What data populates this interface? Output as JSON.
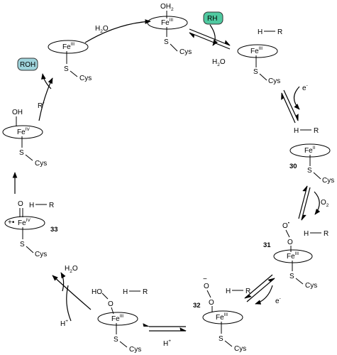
{
  "diagram": {
    "type": "catalytic-cycle",
    "intermediates": [
      {
        "id": "top",
        "metal": "Fe",
        "ox": "III",
        "ligand_top": "OH",
        "ligand_top_sub": "2",
        "axial": "Cys"
      },
      {
        "id": "substrate-bound",
        "metal": "Fe",
        "ox": "III",
        "axial": "Cys",
        "substrate": "H",
        "substrate_r": "R"
      },
      {
        "id": "ferrous",
        "number": "30",
        "metal": "Fe",
        "ox": "II",
        "axial": "Cys",
        "substrate": "H",
        "substrate_r": "R"
      },
      {
        "id": "superoxo",
        "number": "31",
        "metal": "Fe",
        "ox": "III",
        "top_atom": "O",
        "top_charge": "•",
        "link_atom": "O",
        "axial": "Cys",
        "substrate": "H",
        "substrate_r": "R"
      },
      {
        "id": "peroxo",
        "number": "32",
        "metal": "Fe",
        "ox": "III",
        "top_atom": "O",
        "top_charge": "−",
        "link_atom": "O",
        "axial": "Cys",
        "substrate": "H",
        "substrate_r": "R"
      },
      {
        "id": "hydroperoxo",
        "metal": "Fe",
        "ox": "III",
        "top_atom": "HO",
        "link_atom": "O",
        "axial": "Cys",
        "substrate": "H",
        "substrate_r": "R"
      },
      {
        "id": "compound-i",
        "number": "33",
        "metal": "Fe",
        "ox": "IV",
        "top_atom": "O",
        "radical": "+•",
        "axial": "Cys",
        "substrate": "H",
        "substrate_r": "R"
      },
      {
        "id": "hydroxo",
        "metal": "Fe",
        "ox": "IV",
        "top_atom": "OH",
        "axial": "Cys"
      },
      {
        "id": "resting",
        "metal": "Fe",
        "ox": "III",
        "axial": "Cys"
      }
    ],
    "reagents": {
      "water_in": "H",
      "water_in_sub": "2",
      "water_in_o": "O",
      "substrate_in": "RH",
      "water_out": "H",
      "water_out_sub": "2",
      "water_out_o": "O",
      "electron1": "e",
      "electron1_sup": "-",
      "oxygen": "O",
      "oxygen_sub": "2",
      "electron2": "e",
      "electron2_sup": "-",
      "proton1": "H",
      "proton1_sup": "+",
      "proton2": "H",
      "proton2_sup": "+",
      "water_out2": "H",
      "water_out2_sub": "2",
      "water_out2_o": "O",
      "radical_r": "R",
      "radical_dot": "•",
      "product": "ROH"
    },
    "colors": {
      "rh_fill": "#4fc9a0",
      "roh_fill": "#9fd4dc"
    }
  }
}
